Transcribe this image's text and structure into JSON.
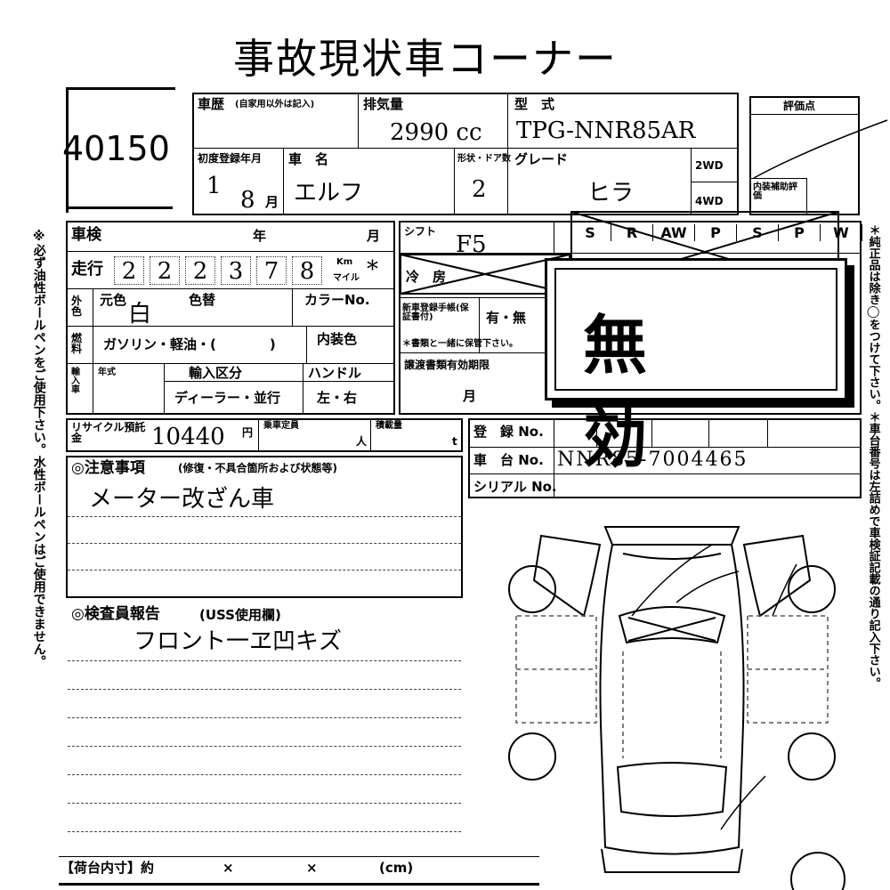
{
  "title": "事故現状車コーナー",
  "lot_number": "40150",
  "side_note_left": "※必ず油性ボールペンをご使用下さい。水性ボールペンはご使用できません。",
  "side_note_right": "＊純正品は除き◯をつけて下さい。＊車台番号は左詰めで車検証記載の通り記入下さい。",
  "labels": {
    "history": "車歴",
    "history_sub": "(自家用以外は記入)",
    "displacement": "排気量",
    "model": "型　式",
    "score": "評価点",
    "first_reg": "初度登録年月",
    "car_name": "車　名",
    "door": "形状・ドア数",
    "grade": "グレード",
    "drive_2wd": "2WD",
    "drive_4wd": "4WD",
    "interior_score": "内装補助評価",
    "inspection": "車検",
    "year": "年",
    "month": "月",
    "shift": "シフト",
    "mileage": "走行",
    "km": "Km",
    "mile": "マイル",
    "ac": "冷　房",
    "exterior_color": "外色",
    "orig_color": "元色",
    "repaint": "色替",
    "color_no": "カラーNo.",
    "fuel": "燃料",
    "fuel_options": "ガソリン・軽油・(　　　　)",
    "interior_color": "内装色",
    "new_reg_docs": "新車登録手帳(保証書付)",
    "yes_no": "有・無",
    "docs_note": "＊書類と一緒に保管下さい。",
    "import": "輸入車",
    "model_year": "年式",
    "import_type": "輸入区分",
    "import_values": "ディーラー・並行",
    "handle": "ハンドル",
    "handle_values": "左・右",
    "transfer_docs": "譲渡書類有効期限",
    "recycle": "リサイクル預託金",
    "yen": "円",
    "capacity": "乗車定員",
    "persons": "人",
    "load": "積載量",
    "ton": "t",
    "reg_no": "登　録 No.",
    "chassis_no": "車　台 No.",
    "serial_no": "シリアル No.",
    "notes_title": "◎注意事項",
    "notes_sub": "(修復・不具合箇所および状態等)",
    "inspector_title": "◎検査員報告",
    "inspector_sub": "(USS使用欄)",
    "cargo": "【荷台内寸】約",
    "cargo_x1": "×",
    "cargo_x2": "×",
    "cargo_unit": "(cm)",
    "invalid_stamp": "無　効"
  },
  "equipment": [
    "S",
    "R",
    "AW",
    "P",
    "S",
    "P",
    "W"
  ],
  "handwritten": {
    "displacement": "2990 cc",
    "model": "TPG-NNR85AR",
    "first_reg_year": "1",
    "first_reg_month": "8",
    "car_name": "エルフ",
    "doors": "2",
    "grade": "ヒラ",
    "shift": "F5",
    "mileage_digits": [
      "2",
      "2",
      "2",
      "3",
      "7",
      "8"
    ],
    "color": "白",
    "recycle_fee": "10440",
    "chassis_no": "NNR85-7004465",
    "notes": "メーター改ざん車",
    "inspector_report": "フロント一ヱ凹キズ"
  },
  "colors": {
    "ink": "#000000",
    "pen": "#1a1a1a"
  }
}
